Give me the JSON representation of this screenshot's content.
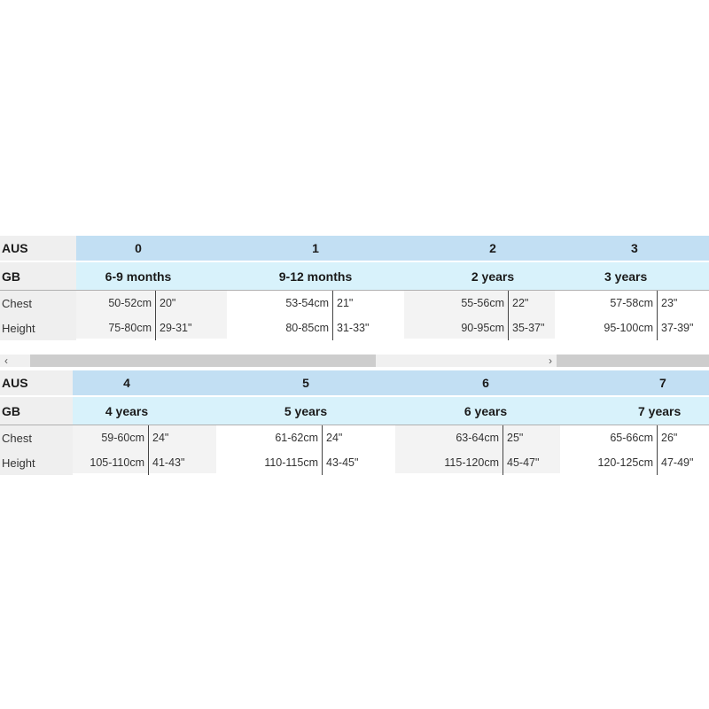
{
  "top": {
    "aus_label": "AUS",
    "gb_label": "GB",
    "chest_label": "Chest",
    "height_label": "Height",
    "sizes": [
      {
        "aus": "0",
        "gb": "6-9 months",
        "chest_cm": "50-52cm",
        "chest_in": "20\"",
        "height_cm": "75-80cm",
        "height_in": "29-31\""
      },
      {
        "aus": "1",
        "gb": "9-12 months",
        "chest_cm": "53-54cm",
        "chest_in": "21\"",
        "height_cm": "80-85cm",
        "height_in": "31-33\""
      },
      {
        "aus": "2",
        "gb": "2 years",
        "chest_cm": "55-56cm",
        "chest_in": "22\"",
        "height_cm": "90-95cm",
        "height_in": "35-37\""
      },
      {
        "aus": "3",
        "gb": "3 years",
        "chest_cm": "57-58cm",
        "chest_in": "23\"",
        "height_cm": "95-100cm",
        "height_in": "37-39\""
      }
    ]
  },
  "scroll": {
    "left_arrow": "‹",
    "right_arrow": "›"
  },
  "bottom": {
    "aus_label": "AUS",
    "gb_label": "GB",
    "chest_label": "Chest",
    "height_label": "Height",
    "sizes": [
      {
        "aus": "4",
        "gb": "4 years",
        "chest_cm": "59-60cm",
        "chest_in": "24\"",
        "height_cm": "105-110cm",
        "height_in": "41-43\""
      },
      {
        "aus": "5",
        "gb": "5 years",
        "chest_cm": "61-62cm",
        "chest_in": "24\"",
        "height_cm": "110-115cm",
        "height_in": "43-45\""
      },
      {
        "aus": "6",
        "gb": "6 years",
        "chest_cm": "63-64cm",
        "chest_in": "25\"",
        "height_cm": "115-120cm",
        "height_in": "45-47\""
      },
      {
        "aus": "7",
        "gb": "7 years",
        "chest_cm": "65-66cm",
        "chest_in": "26\"",
        "height_cm": "120-125cm",
        "height_in": "47-49\""
      }
    ]
  }
}
